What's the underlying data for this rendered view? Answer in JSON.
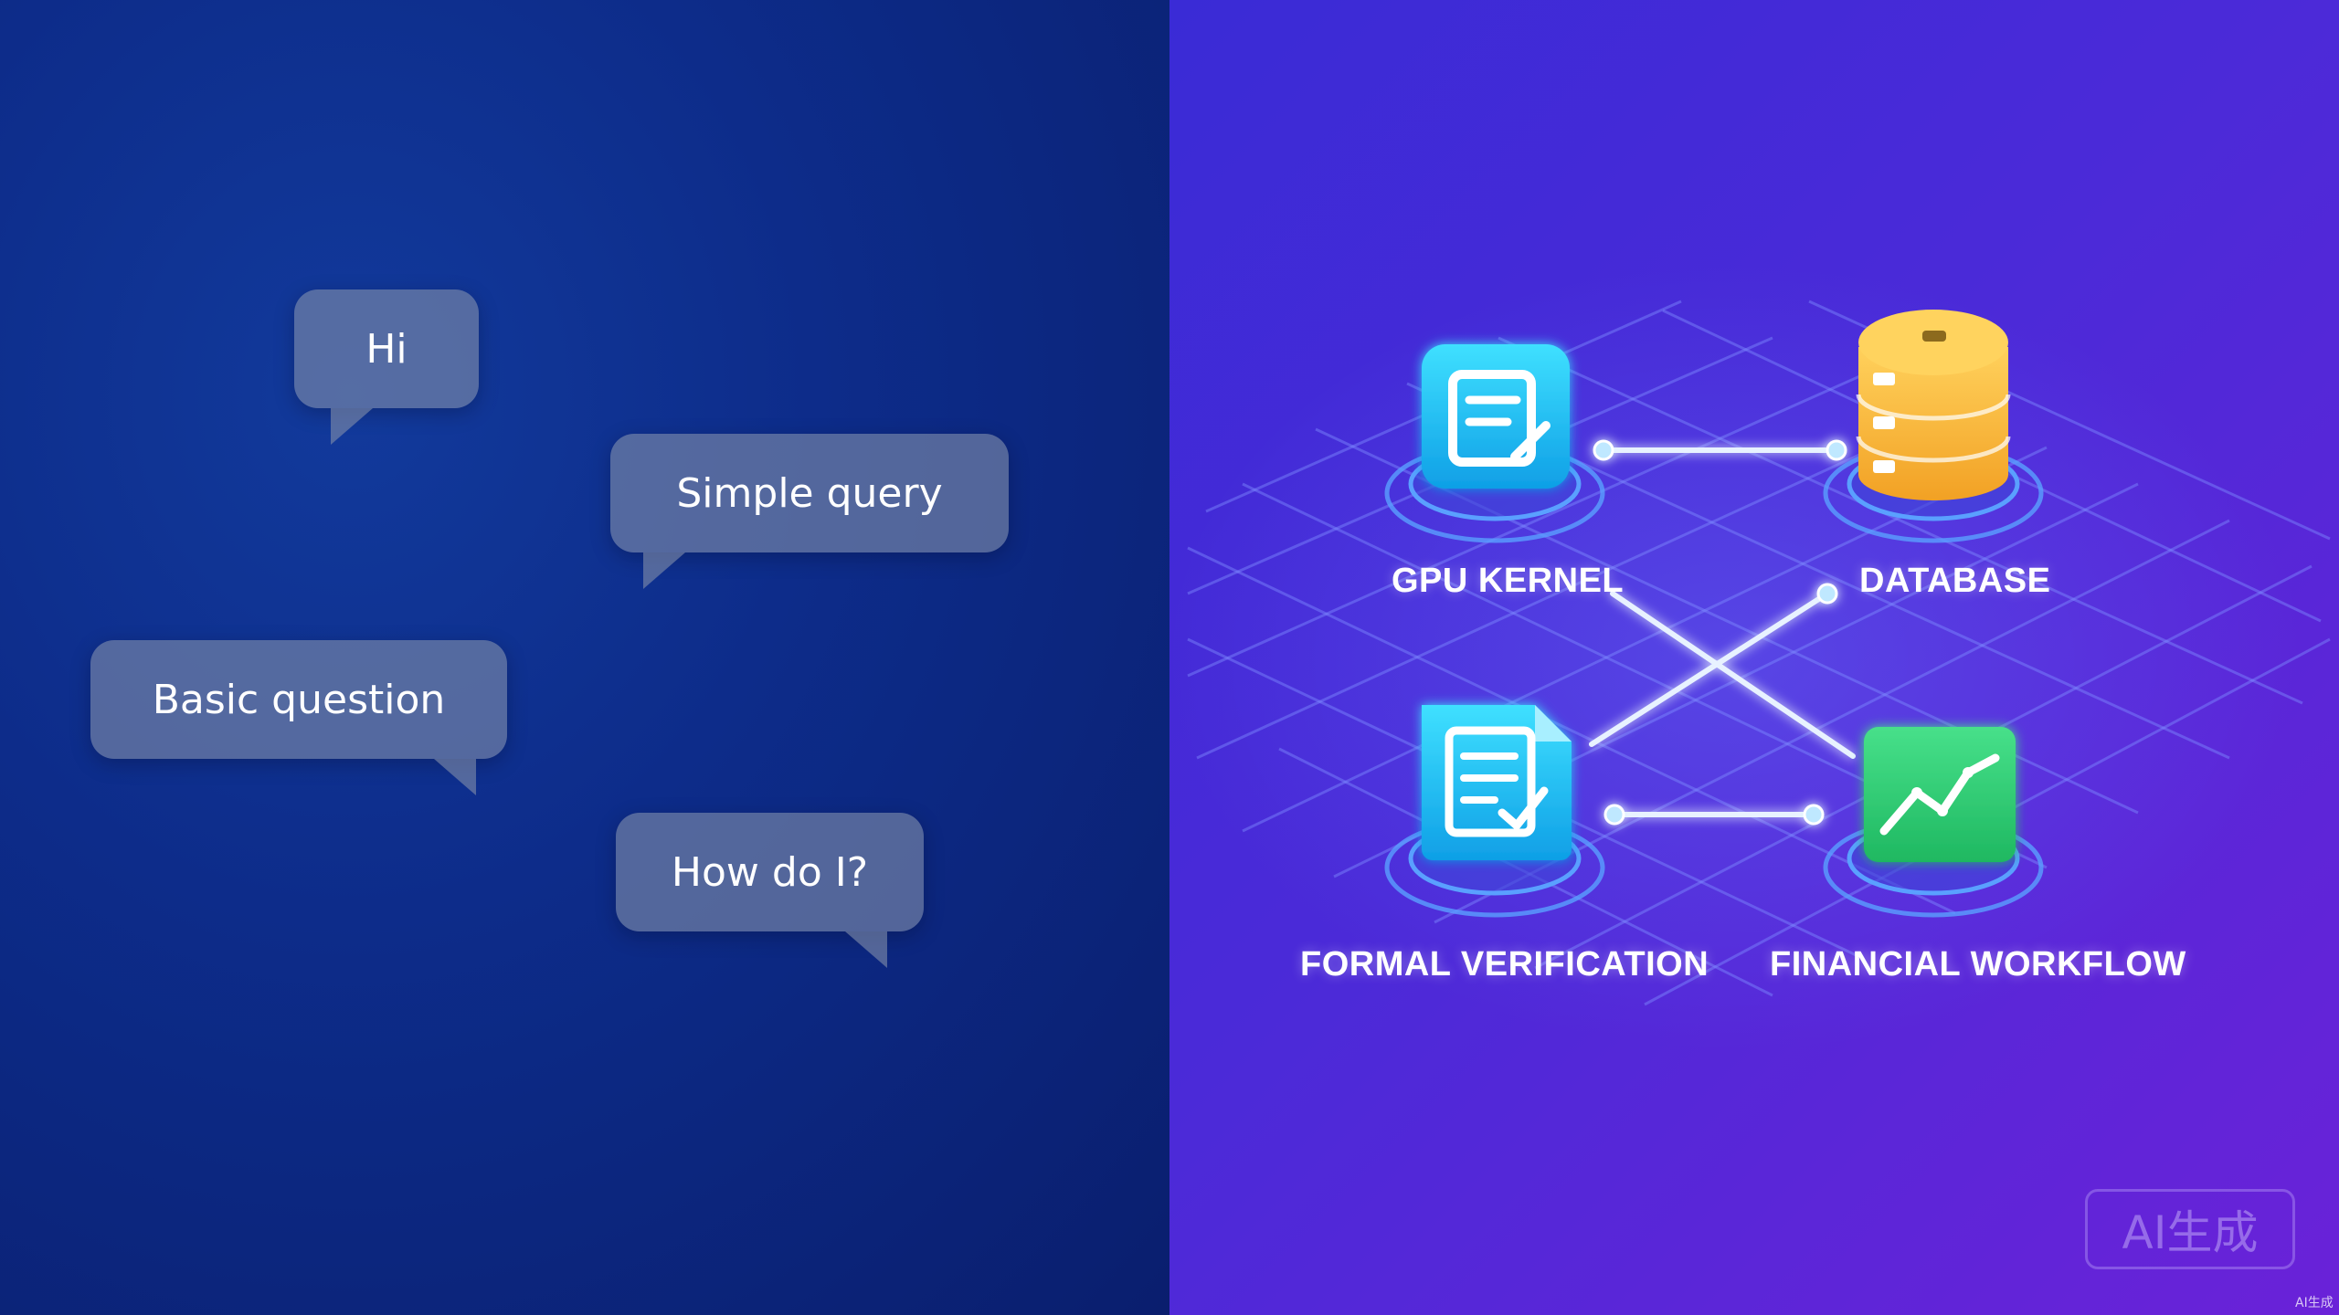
{
  "chat_bubbles": [
    "Hi",
    "Simple query",
    "Basic question",
    "How do I?"
  ],
  "nodes": {
    "gpu_kernel": "GPU KERNEL",
    "database": "DATABASE",
    "formal_verification": "FORMAL VERIFICATION",
    "financial_workflow": "FINANCIAL WORKFLOW"
  },
  "watermark": "AI生成",
  "corner_mark": "AI生成",
  "colors": {
    "left_bg": "#0d2c8a",
    "right_bg_start": "#3a2bd6",
    "right_bg_end": "#6a22d8",
    "bubble": "#808caa",
    "cyan_icon": "#1ec8f5",
    "database_gold": "#f7b733",
    "chart_green": "#33d17a"
  },
  "icons": [
    "document-edit-icon",
    "database-icon",
    "document-check-icon",
    "line-chart-icon"
  ]
}
